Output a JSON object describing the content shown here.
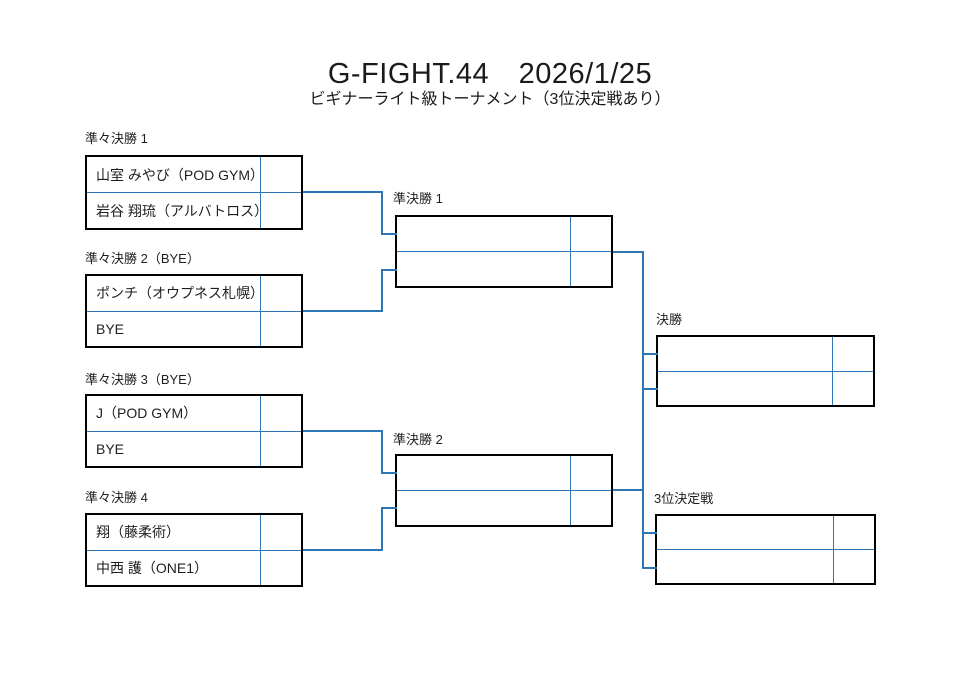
{
  "header": {
    "title": "G-FIGHT.44　2026/1/25",
    "subtitle": "ビギナーライト級トーナメント（3位決定戦あり）"
  },
  "bracket": {
    "matches": [
      {
        "id": "quarterfinal-1",
        "label": "準々決勝 1",
        "players": [
          "山室 みやび（POD GYM）",
          "岩谷 翔琉（アルバトロス）"
        ],
        "scores": [
          "",
          ""
        ]
      },
      {
        "id": "quarterfinal-2",
        "label": "準々決勝 2（BYE）",
        "players": [
          "ポンチ（オウプネス札幌）",
          "BYE"
        ],
        "scores": [
          "",
          ""
        ]
      },
      {
        "id": "quarterfinal-3",
        "label": "準々決勝 3（BYE）",
        "players": [
          "J（POD GYM）",
          "BYE"
        ],
        "scores": [
          "",
          ""
        ]
      },
      {
        "id": "quarterfinal-4",
        "label": "準々決勝 4",
        "players": [
          "翔（藤柔術）",
          "中西 護（ONE1）"
        ],
        "scores": [
          "",
          ""
        ]
      },
      {
        "id": "semifinal-1",
        "label": "準決勝 1",
        "players": [
          "",
          ""
        ],
        "scores": [
          "",
          ""
        ]
      },
      {
        "id": "semifinal-2",
        "label": "準決勝 2",
        "players": [
          "",
          ""
        ],
        "scores": [
          "",
          ""
        ]
      },
      {
        "id": "final",
        "label": "決勝",
        "players": [
          "",
          ""
        ],
        "scores": [
          "",
          ""
        ]
      },
      {
        "id": "third-place",
        "label": "3位決定戦",
        "players": [
          "",
          ""
        ],
        "scores": [
          "",
          ""
        ]
      }
    ]
  },
  "colors": {
    "bracket_line": "#2E75B6",
    "box_border": "#000000",
    "text": "#1f1f1f",
    "background": "#ffffff"
  }
}
